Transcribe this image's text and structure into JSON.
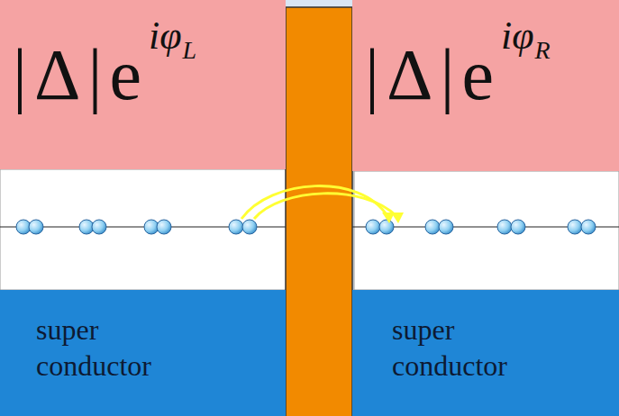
{
  "diagram": {
    "nodes": [
      {
        "text": [
          "|Δ|e",
          "iφ",
          "L"
        ]
      },
      {
        "text": [
          "super conductor"
        ]
      },
      {
        "text": [
          "|Δ|e",
          "iφ",
          "R"
        ]
      },
      {
        "text": [
          "super conductor"
        ]
      }
    ]
  }
}
